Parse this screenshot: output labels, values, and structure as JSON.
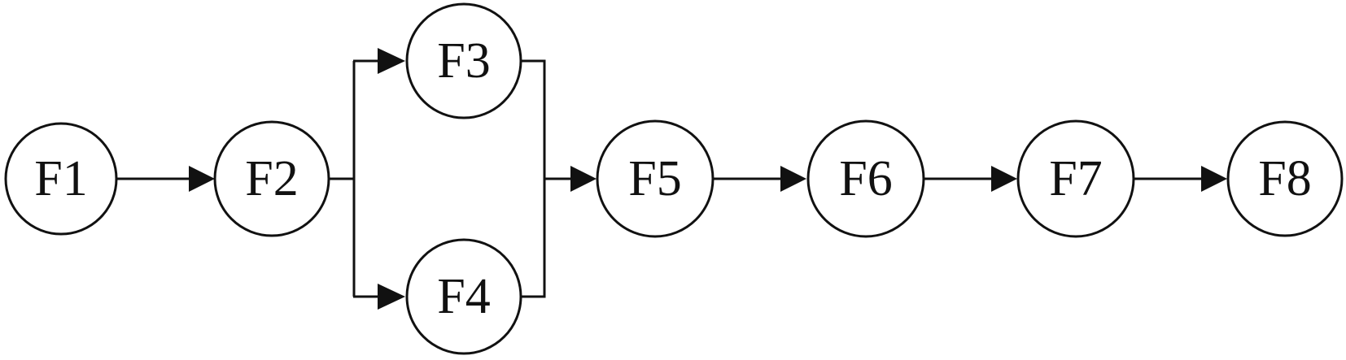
{
  "diagram": {
    "nodes": [
      {
        "id": "F1",
        "label": "F1"
      },
      {
        "id": "F2",
        "label": "F2"
      },
      {
        "id": "F3",
        "label": "F3"
      },
      {
        "id": "F4",
        "label": "F4"
      },
      {
        "id": "F5",
        "label": "F5"
      },
      {
        "id": "F6",
        "label": "F6"
      },
      {
        "id": "F7",
        "label": "F7"
      },
      {
        "id": "F8",
        "label": "F8"
      }
    ],
    "edges": [
      {
        "from": "F1",
        "to": "F2"
      },
      {
        "from": "F2",
        "to": "F3"
      },
      {
        "from": "F2",
        "to": "F4"
      },
      {
        "from": "F3",
        "to": "F5"
      },
      {
        "from": "F4",
        "to": "F5"
      },
      {
        "from": "F5",
        "to": "F6"
      },
      {
        "from": "F6",
        "to": "F7"
      },
      {
        "from": "F7",
        "to": "F8"
      }
    ],
    "colors": {
      "stroke": "#111111",
      "background": "#ffffff"
    }
  }
}
